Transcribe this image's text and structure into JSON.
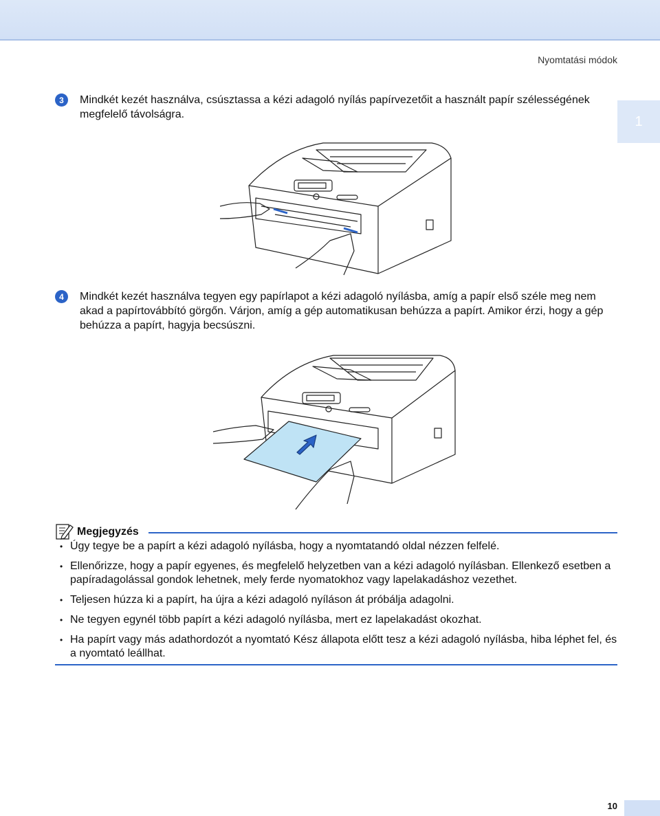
{
  "header": {
    "running_title": "Nyomtatási módok"
  },
  "chapter_tab": {
    "number": "1"
  },
  "steps": [
    {
      "number": "3",
      "text": "Mindkét kezét használva, csúsztassa a kézi adagoló nyílás papírvezetőit a használt papír szélességének megfelelő távolságra."
    },
    {
      "number": "4",
      "text": "Mindkét kezét használva tegyen egy papírlapot a kézi adagoló nyílásba, amíg a papír első széle meg nem akad a papírtovábbító görgőn. Várjon, amíg a gép automatikusan behúzza a papírt. Amikor érzi, hogy a gép behúzza a papírt, hagyja becsúszni."
    }
  ],
  "note": {
    "title": "Megjegyzés",
    "items": [
      "Úgy tegye be a papírt a kézi adagoló nyílásba, hogy a nyomtatandó oldal nézzen felfelé.",
      "Ellenőrizze, hogy a papír egyenes, és megfelelő helyzetben van a kézi adagoló nyílásban. Ellenkező esetben a papíradagolással gondok lehetnek, mely ferde nyomatokhoz vagy lapelakadáshoz vezethet.",
      "Teljesen húzza ki a papírt, ha újra a kézi adagoló nyíláson át próbálja adagolni.",
      "Ne tegyen egynél több papírt a kézi adagoló nyílásba, mert ez lapelakadást okozhat.",
      "Ha papírt vagy más adathordozót a nyomtató Kész állapota előtt tesz a kézi adagoló nyílásba, hiba léphet fel, és a nyomtató leállhat."
    ]
  },
  "footer": {
    "page_number": "10"
  },
  "colors": {
    "accent": "#2b63c7",
    "band": "#dde8f8",
    "paper": "#bfe3f5"
  }
}
